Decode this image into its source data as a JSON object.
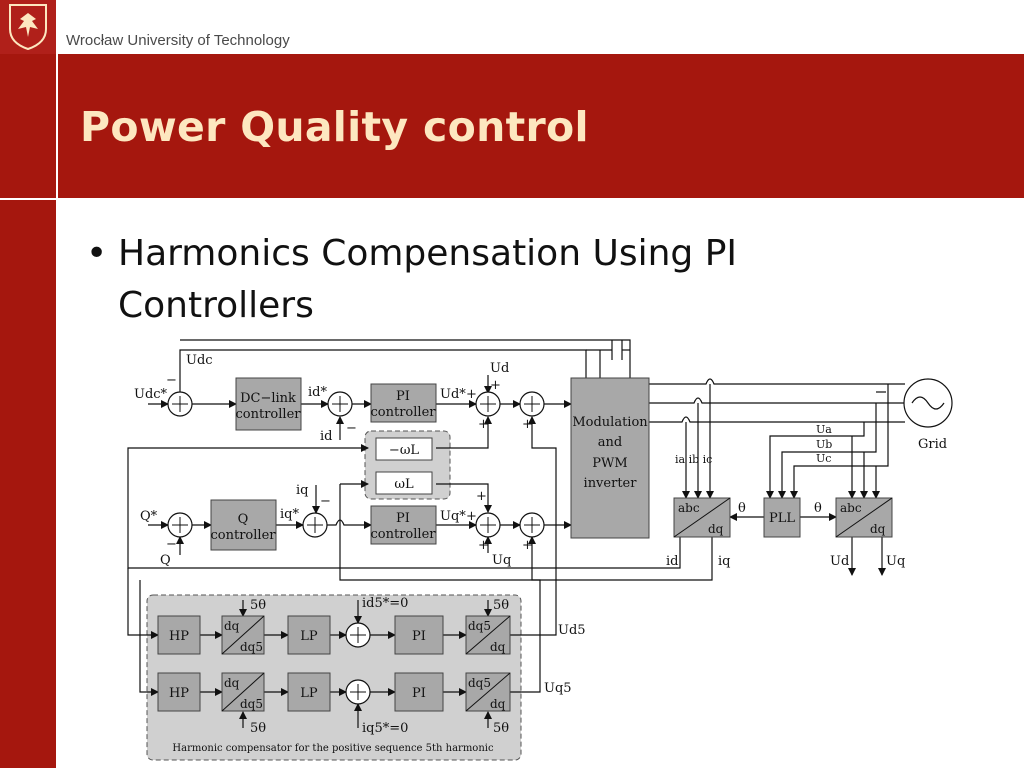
{
  "header": {
    "university": "Wrocław University of Technology",
    "title": "Power Quality control"
  },
  "bullet": {
    "text": "Harmonics Compensation Using PI Controllers"
  },
  "colors": {
    "brand_red": "#a5170e",
    "title_text": "#fde7c0",
    "block_fill": "#a8a8a8",
    "group_fill": "#d0d0d0"
  },
  "diagram": {
    "blocks": {
      "dc_link": [
        "DC−link",
        "controller"
      ],
      "pi1": [
        "PI",
        "controller"
      ],
      "minus_wl": "−ωL",
      "wl": "ωL",
      "q_ctrl": [
        "Q",
        "controller"
      ],
      "pi2": [
        "PI",
        "controller"
      ],
      "modulation": [
        "Modulation",
        "and",
        "PWM",
        "inverter"
      ],
      "abc_dq_1": [
        "abc",
        "dq"
      ],
      "pll": "PLL",
      "abc_dq_2": [
        "abc",
        "dq"
      ],
      "hp": "HP",
      "dq_dq5": [
        "dq",
        "dq5"
      ],
      "lp": "LP",
      "pi": "PI",
      "dq5_dq": [
        "dq5",
        "dq"
      ]
    },
    "labels": {
      "udc": "Udc",
      "udc_ref": "Udc*",
      "id_ref": "id*",
      "id": "id",
      "iq": "iq",
      "iq_ref": "iq*",
      "ud_ref": "Ud*",
      "uq_ref": "Uq*",
      "ud": "Ud",
      "uq": "Uq",
      "q_ref": "Q*",
      "q": "Q",
      "ia_ib_ic": "ia ib ic",
      "ua": "Ua",
      "ub": "Ub",
      "uc": "Uc",
      "theta": "θ",
      "grid": "Grid",
      "five_theta": "5θ",
      "id5_ref": "id5*=0",
      "iq5_ref": "iq5*=0",
      "ud5": "Ud5",
      "uq5": "Uq5",
      "plus": "+",
      "minus": "−",
      "compensator_caption": "Harmonic compensator for the positive sequence 5th harmonic"
    }
  }
}
